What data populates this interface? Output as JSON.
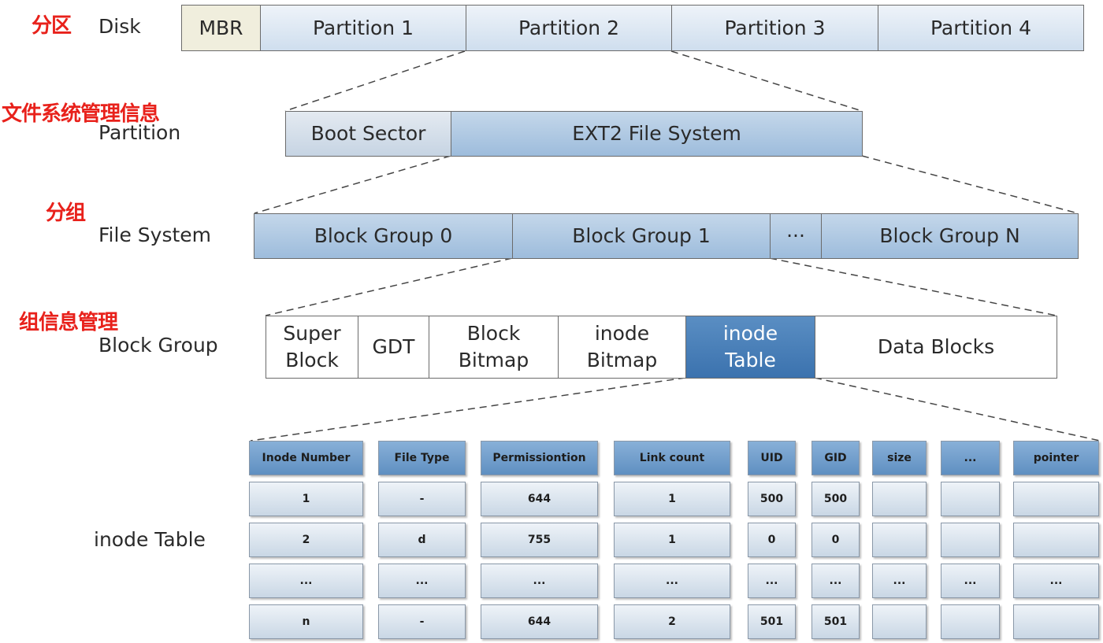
{
  "annotations": {
    "partition_cn": "分区",
    "fs_info_cn": "文件系统管理信息",
    "group_cn": "分组",
    "group_info_cn": "组信息管理"
  },
  "levels": {
    "disk": "Disk",
    "partition": "Partition",
    "file_system": "File System",
    "block_group": "Block Group",
    "inode_table": "inode Table"
  },
  "disk": {
    "mbr": "MBR",
    "partitions": [
      "Partition 1",
      "Partition 2",
      "Partition 3",
      "Partition 4"
    ]
  },
  "partition": {
    "boot_sector": "Boot Sector",
    "ext2": "EXT2 File System"
  },
  "file_system": {
    "groups": [
      "Block Group 0",
      "Block Group 1",
      "···",
      "Block Group N"
    ]
  },
  "block_group": {
    "super_block": [
      "Super",
      "Block"
    ],
    "gdt": "GDT",
    "block_bitmap": [
      "Block",
      "Bitmap"
    ],
    "inode_bitmap": [
      "inode",
      "Bitmap"
    ],
    "inode_table": [
      "inode",
      "Table"
    ],
    "data_blocks": "Data Blocks"
  },
  "inode_table": {
    "headers": [
      "Inode Number",
      "File Type",
      "Permissiontion",
      "Link count",
      "UID",
      "GID",
      "size",
      "...",
      "pointer"
    ],
    "rows": [
      [
        "1",
        "-",
        "644",
        "1",
        "500",
        "500",
        "",
        "",
        ""
      ],
      [
        "2",
        "d",
        "755",
        "1",
        "0",
        "0",
        "",
        "",
        ""
      ],
      [
        "...",
        "...",
        "...",
        "...",
        "...",
        "...",
        "...",
        "...",
        "..."
      ],
      [
        "n",
        "-",
        "644",
        "2",
        "501",
        "501",
        "",
        "",
        ""
      ]
    ]
  }
}
